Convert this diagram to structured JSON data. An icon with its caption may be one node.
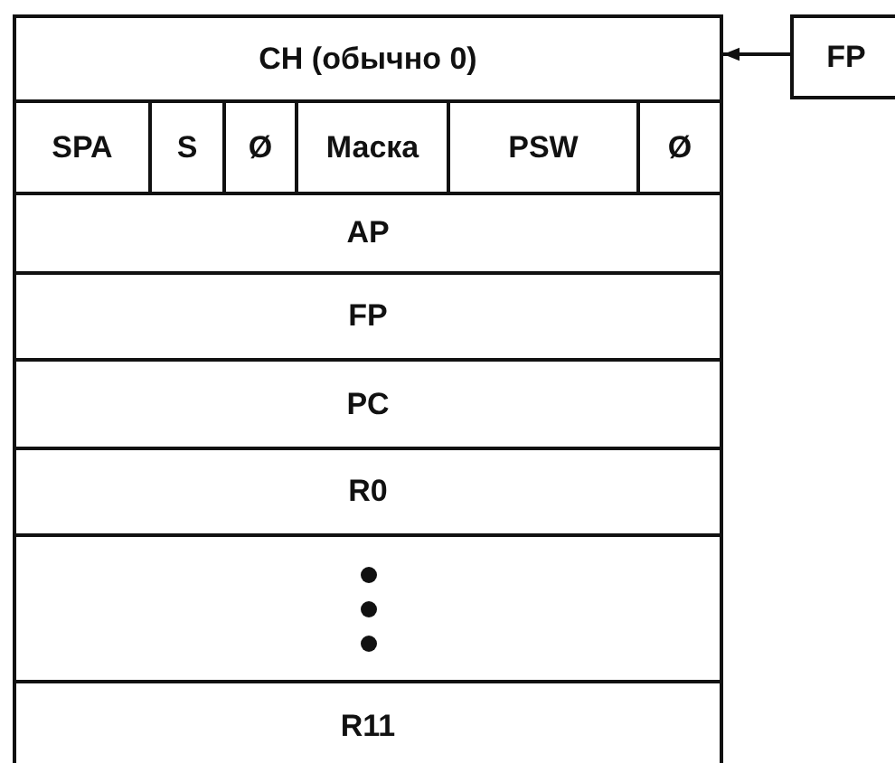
{
  "diagram": {
    "nodes": [
      {
        "text": [
          "CH (обычно 0)"
        ]
      },
      {
        "text": [
          "SPA"
        ]
      },
      {
        "text": [
          "S"
        ]
      },
      {
        "text": [
          "Ø"
        ]
      },
      {
        "text": [
          "Маска"
        ]
      },
      {
        "text": [
          "PSW"
        ]
      },
      {
        "text": [
          "Ø"
        ]
      },
      {
        "text": [
          "AP"
        ]
      },
      {
        "text": [
          "FP"
        ]
      },
      {
        "text": [
          "PC"
        ]
      },
      {
        "text": [
          "R0"
        ]
      },
      {
        "text": [],
        "shape": "box"
      },
      {
        "text": [
          "R11"
        ]
      },
      {
        "text": [
          "FP"
        ]
      }
    ],
    "edges": [
      {
        "from": 13,
        "to": 0,
        "arrow": "to"
      }
    ]
  }
}
